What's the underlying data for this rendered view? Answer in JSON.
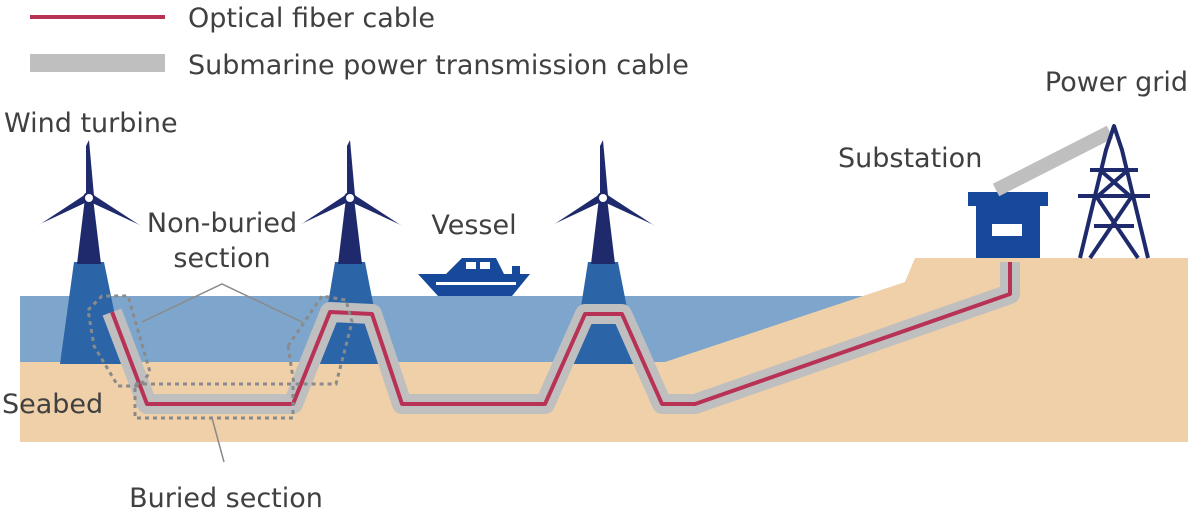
{
  "legend": {
    "optical_fiber_label": "Optical fiber cable",
    "power_cable_label": "Submarine power transmission cable"
  },
  "labels": {
    "wind_turbine": "Wind turbine",
    "vessel": "Vessel",
    "substation": "Substation",
    "power_grid": "Power grid",
    "seabed": "Seabed",
    "non_buried_line1": "Non-buried",
    "non_buried_line2": "section",
    "buried_section": "Buried section"
  },
  "colors": {
    "fiber": "#b83256",
    "power_cable": "#c0bfbf",
    "sea": "#7ea6cc",
    "seabed": "#efd0a8",
    "structure": "#2c64a8",
    "navy": "#1e2a6c",
    "substation": "#17499a",
    "label_text": "#404040"
  }
}
